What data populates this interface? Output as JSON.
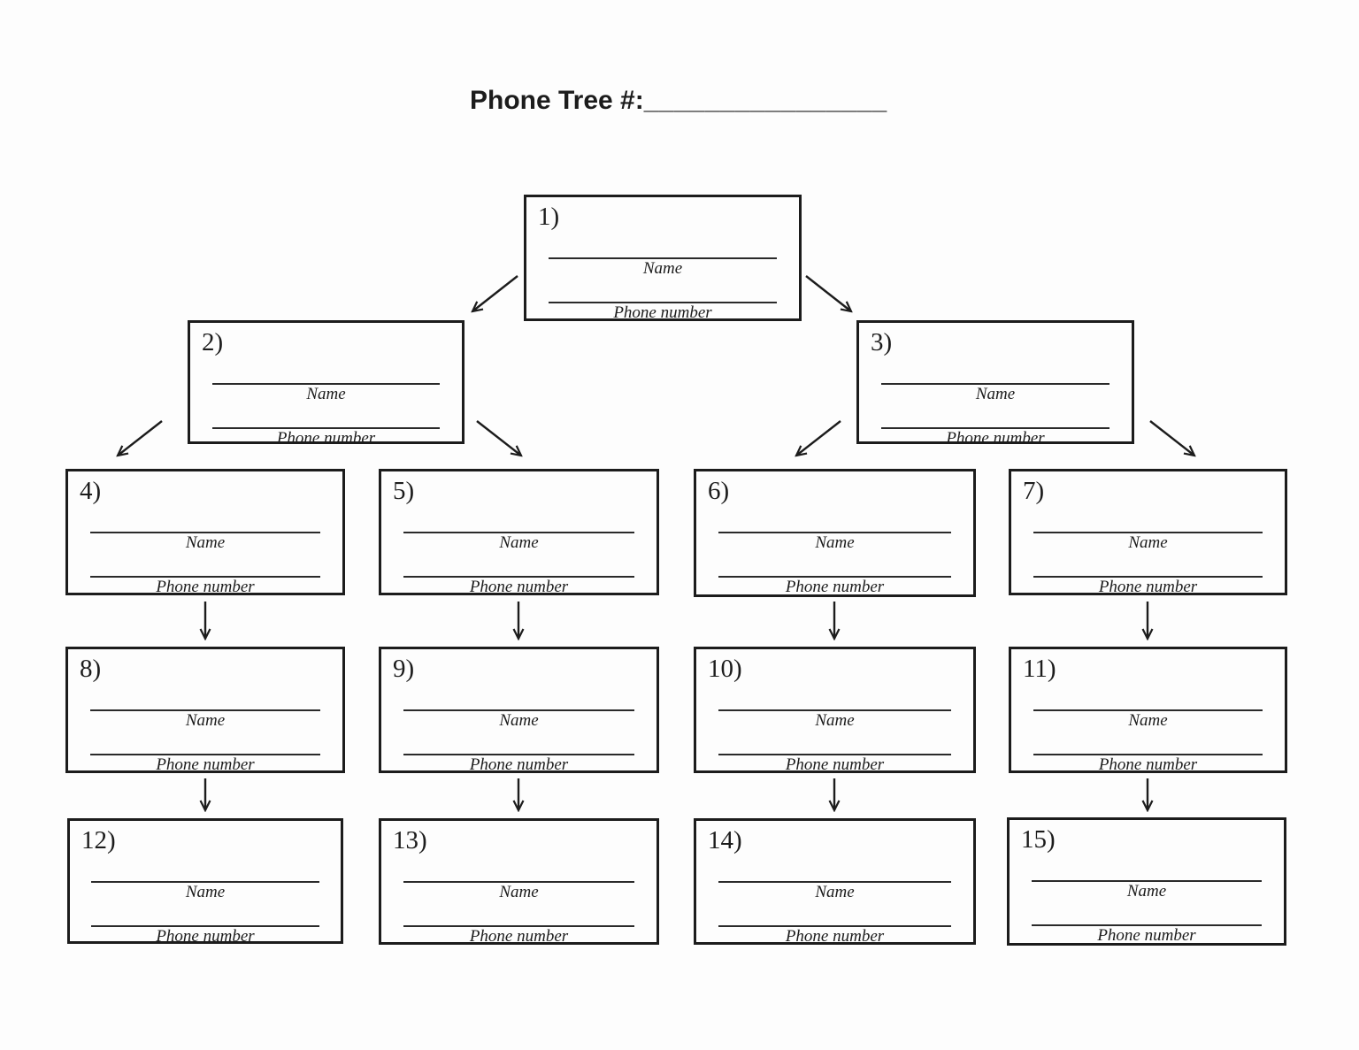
{
  "page": {
    "title": "Phone Tree #:",
    "title_blank": "________________"
  },
  "labels": {
    "name": "Name",
    "phone": "Phone number"
  },
  "boxes": [
    {
      "num": "1)"
    },
    {
      "num": "2)"
    },
    {
      "num": "3)"
    },
    {
      "num": "4)"
    },
    {
      "num": "5)"
    },
    {
      "num": "6)"
    },
    {
      "num": "7)"
    },
    {
      "num": "8)"
    },
    {
      "num": "9)"
    },
    {
      "num": "10)"
    },
    {
      "num": "11)"
    },
    {
      "num": "12)"
    },
    {
      "num": "13)"
    },
    {
      "num": "14)"
    },
    {
      "num": "15)"
    }
  ],
  "colors": {
    "ink": "#1c1c1c",
    "paper": "#fdfdfd"
  }
}
